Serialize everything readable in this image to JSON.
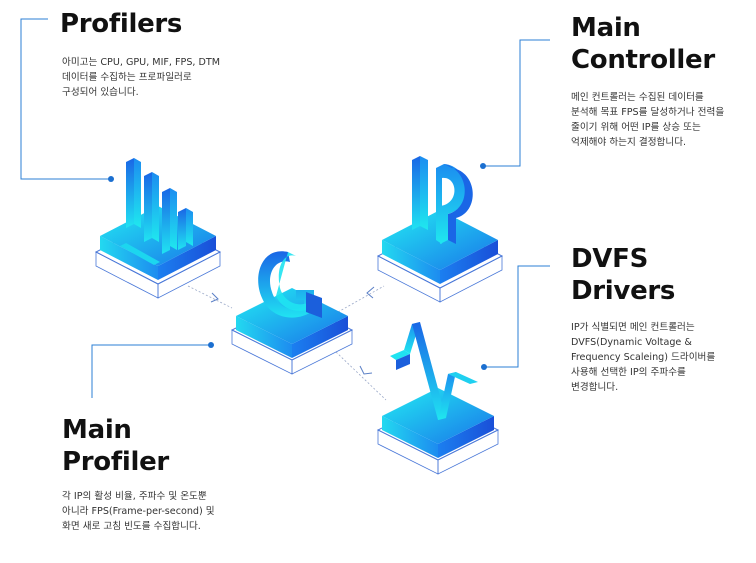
{
  "sections": {
    "profilers": {
      "title": [
        "Profilers"
      ],
      "desc": [
        "아미고는 CPU, GPU, MIF, FPS, DTM",
        "데이터를 수집하는 프로파일러로",
        "구성되어 있습니다."
      ]
    },
    "main_controller": {
      "title": [
        "Main",
        "Controller"
      ],
      "desc": [
        "메인 컨트롤러는 수집된 데이터를",
        "분석해 목표 FPS를 달성하거나 전력을",
        "줄이기 위해 어떤 IP를 상승 또는",
        "억제해야 하는지 결정합니다."
      ]
    },
    "dvfs_drivers": {
      "title": [
        "DVFS",
        "Drivers"
      ],
      "desc": [
        "IP가 식별되면 메인 컨트롤러는",
        "DVFS(Dynamic Voltage &",
        "Frequency Scaleing) 드라이버를",
        "사용해 선택한 IP의 주파수를",
        "변경합니다."
      ]
    },
    "main_profiler": {
      "title": [
        "Main",
        "Profiler"
      ],
      "desc": [
        "각 IP의 활성 비율, 주파수 및 온도뿐",
        "아니라 FPS(Frame-per-second) 및",
        "화면 새로 고침 빈도를 수집합니다."
      ]
    }
  },
  "colors": {
    "accent": "#1b7fd8",
    "cyan": "#1fe0f0",
    "blue": "#1a6fe8",
    "line": "#2b7fd6"
  },
  "icons": [
    "bar-chart-icon",
    "letter-g-icon",
    "letters-ip-icon",
    "frequency-wave-icon"
  ]
}
